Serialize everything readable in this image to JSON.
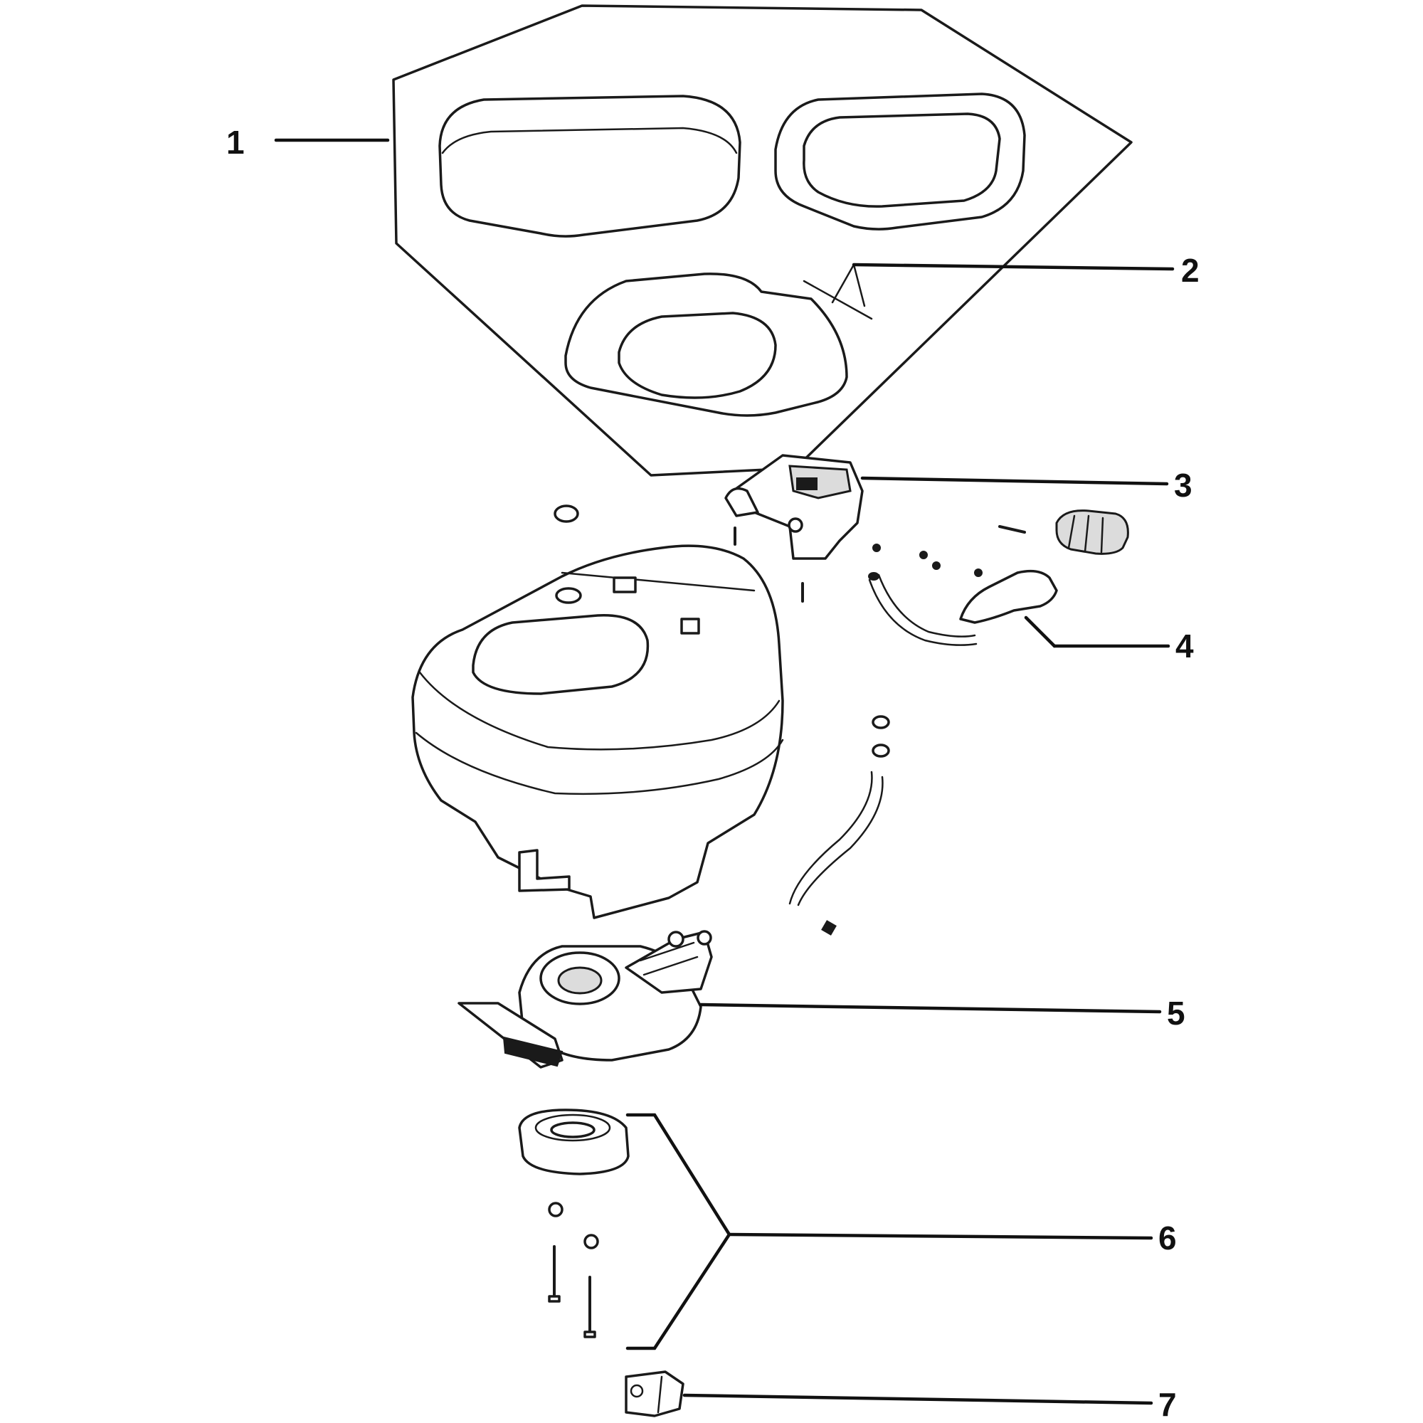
{
  "callouts": [
    {
      "id": "1",
      "label": "1"
    },
    {
      "id": "2",
      "label": "2"
    },
    {
      "id": "3",
      "label": "3"
    },
    {
      "id": "4",
      "label": "4"
    },
    {
      "id": "5",
      "label": "5"
    },
    {
      "id": "6",
      "label": "6"
    },
    {
      "id": "7",
      "label": "7"
    }
  ],
  "colors": {
    "ink": "#1a1a1a",
    "background": "#ffffff"
  }
}
